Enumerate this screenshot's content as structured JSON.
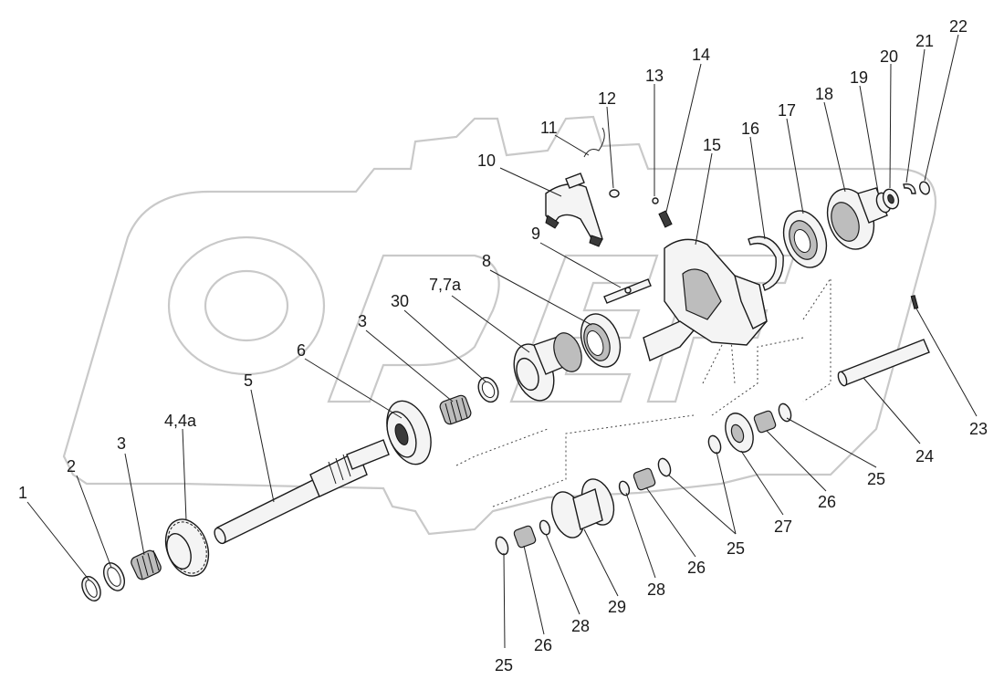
{
  "labels": {
    "l1": "1",
    "l2": "2",
    "l3a": "3",
    "l3b": "3",
    "l4": "4,4a",
    "l5": "5",
    "l6": "6",
    "l7": "7,7a",
    "l8": "8",
    "l9": "9",
    "l10": "10",
    "l11": "11",
    "l12": "12",
    "l13": "13",
    "l14": "14",
    "l15": "15",
    "l16": "16",
    "l17": "17",
    "l18": "18",
    "l19": "19",
    "l20": "20",
    "l21": "21",
    "l22": "22",
    "l23": "23",
    "l24": "24",
    "l25a": "25",
    "l25b": "25",
    "l25c": "25",
    "l26a": "26",
    "l26b": "26",
    "l26c": "26",
    "l27": "27",
    "l28a": "28",
    "l28b": "28",
    "l29": "29",
    "l30": "30"
  }
}
